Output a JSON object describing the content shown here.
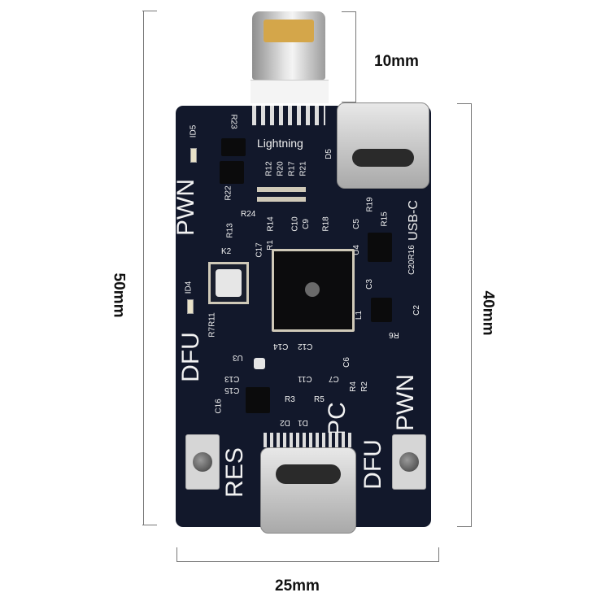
{
  "dimensions": {
    "lightning_length": "10mm",
    "board_total_height": "50mm",
    "board_height": "40mm",
    "board_width": "25mm"
  },
  "silkscreen": {
    "lightning": "Lightning",
    "usb_c": "USB-C",
    "pwn_left": "PWN",
    "dfu_left": "DFU",
    "res": "RES",
    "pc": "PC",
    "dfu_bottom": "DFU",
    "pwn_right": "PWN",
    "id5": "ID5",
    "id4": "ID4",
    "d5": "D5",
    "r23": "R23",
    "r22": "R22",
    "r24": "R24",
    "r13": "R13",
    "r12": "R12",
    "r20": "R20",
    "r17": "R17",
    "r21": "R21",
    "r19": "R19",
    "r14": "R14",
    "r18": "R18",
    "r15": "R15",
    "c10": "C10",
    "c9": "C9",
    "c5": "C5",
    "u4": "U4",
    "c20r16": "C20R16",
    "c3": "C3",
    "c2": "C2",
    "l1": "L1",
    "r6": "R6",
    "r4": "R4",
    "r2": "R2",
    "c6": "C6",
    "c7": "C7",
    "c11": "C11",
    "c12": "C12",
    "c14": "C14",
    "c16": "C16",
    "c15": "C15",
    "c13": "C13",
    "u3": "U3",
    "r3": "R3",
    "r5": "R5",
    "d1": "D1",
    "d2": "D2",
    "r7r11": "R7R11",
    "k2": "K2",
    "c17": "C17",
    "r1": "R1"
  }
}
